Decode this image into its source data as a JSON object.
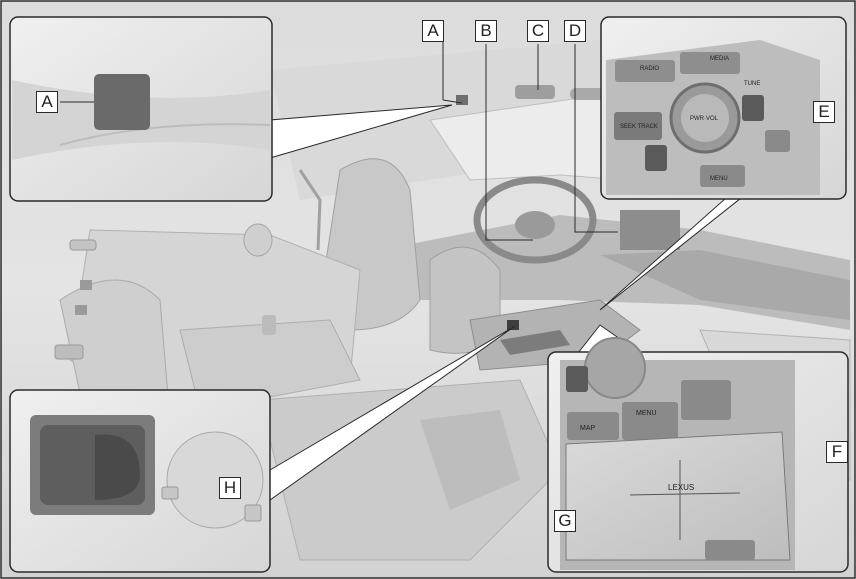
{
  "labels": {
    "a": "A",
    "b": "B",
    "c": "C",
    "d": "D",
    "e": "E",
    "f": "F",
    "g": "G",
    "h": "H"
  },
  "panel_text": {
    "media": "MEDIA",
    "radio": "RADIO",
    "tune": "TUNE",
    "seek_track": "SEEK TRACK",
    "pwr_vol": "PWR·VOL",
    "menu": "MENU",
    "map": "MAP",
    "brand": "LEXUS"
  },
  "colors": {
    "background": "#ffffff",
    "interior_light": "#e8e8e8",
    "interior_mid": "#cfcfcf",
    "interior_dark": "#8e8e8e",
    "outline": "#2a2a2a"
  }
}
